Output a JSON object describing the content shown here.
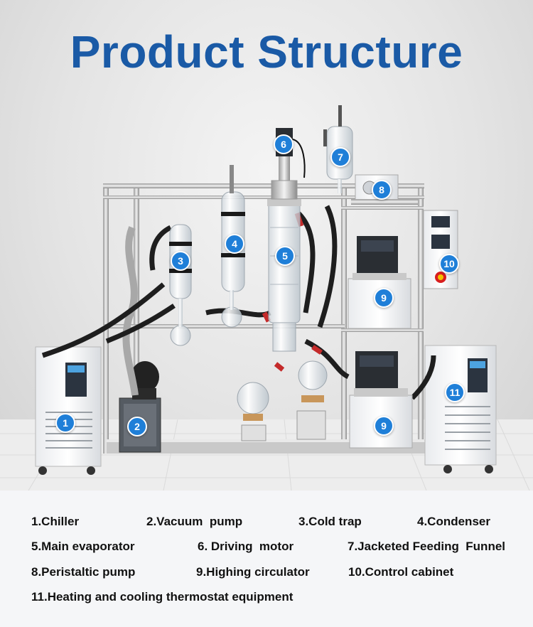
{
  "title": "Product Structure",
  "badges": [
    "1",
    "2",
    "3",
    "4",
    "5",
    "6",
    "7",
    "8",
    "9",
    "10",
    "11"
  ],
  "legend": {
    "chiller": "1.Chiller",
    "vacuum_pump": "2.Vacuum  pump",
    "cold_trap": "3.Cold trap",
    "condenser": "4.Condenser",
    "main_evaporator": "5.Main evaporator",
    "driving_motor": "6. Driving  motor",
    "feeding_funnel": "7.Jacketed Feeding  Funnel",
    "peristaltic_pump": "8.Peristaltic pump",
    "circulator": "9.Highing circulator",
    "control_cabinet": "10.Control cabinet",
    "thermostat": "11.Heating and cooling thermostat equipment"
  },
  "colors": {
    "title": "#1a5aa6",
    "badge": "#1f7fd8"
  }
}
